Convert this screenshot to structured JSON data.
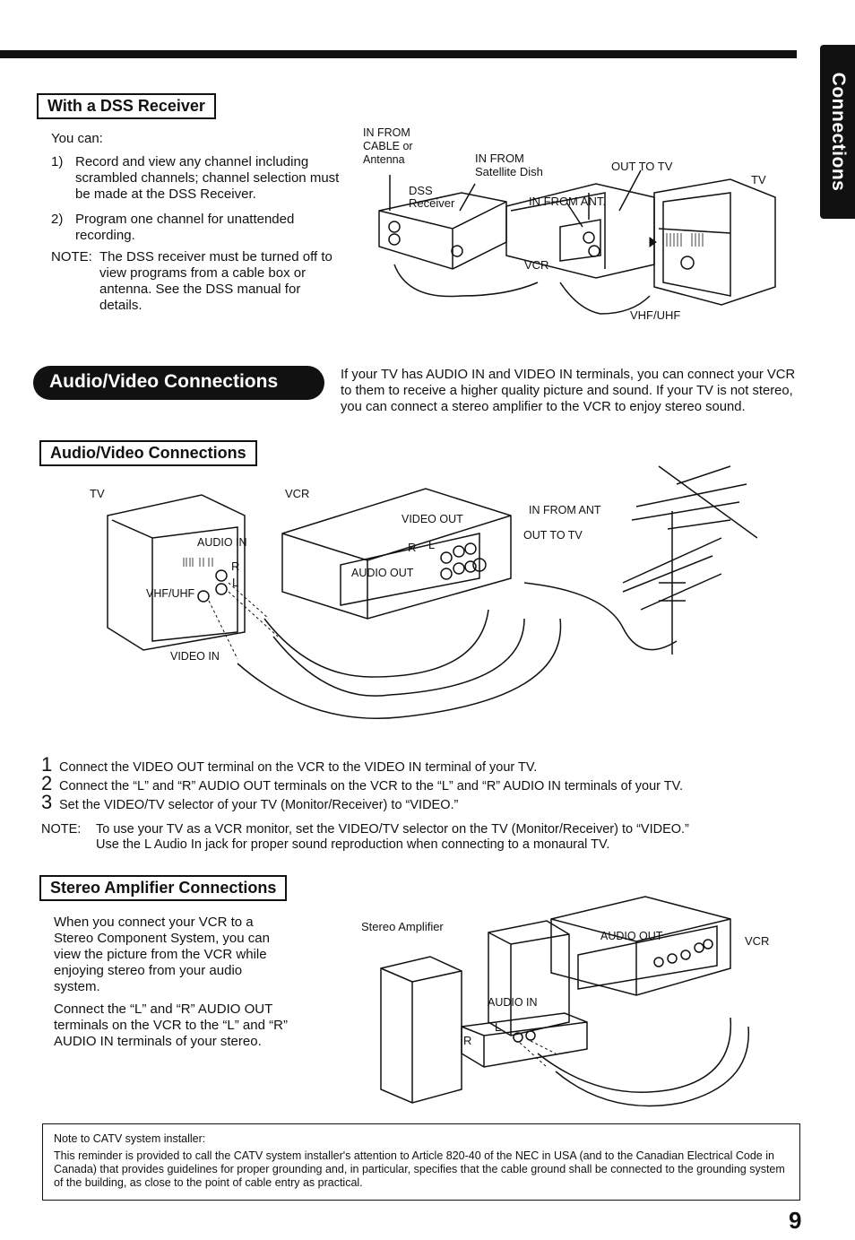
{
  "side_tab": "Connections",
  "dss": {
    "heading": "With a DSS Receiver",
    "intro": "You can:",
    "item1_num": "1)",
    "item1": "Record and view any channel including scrambled channels; channel selection must be made at the DSS Receiver.",
    "item2_num": "2)",
    "item2": "Program one channel for unattended recording.",
    "note_label": "NOTE:",
    "note": "The DSS receiver must be turned off to view programs from a cable box or antenna. See the DSS manual for details.",
    "diagram": {
      "in_from_cable": "IN FROM",
      "cable_or": "CABLE or",
      "antenna": "Antenna",
      "in_from_sat": "IN FROM",
      "satellite_dish": "Satellite Dish",
      "out_to_tv": "OUT TO TV",
      "tv": "TV",
      "dss": "DSS",
      "receiver": "Receiver",
      "in_from_ant": "IN FROM ANT.",
      "vcr": "VCR",
      "vhf_uhf": "VHF/UHF"
    }
  },
  "av": {
    "banner": "Audio/Video Connections",
    "intro": "If your TV has AUDIO IN and VIDEO IN terminals, you can connect your VCR to them to receive a higher quality picture and sound. If your TV is not stereo, you can connect a stereo amplifier to the VCR to enjoy stereo sound.",
    "heading": "Audio/Video Connections",
    "diagram": {
      "tv": "TV",
      "vcr": "VCR",
      "video_out": "VIDEO OUT",
      "in_from_ant": "IN FROM ANT",
      "out_to_tv": "OUT TO TV",
      "audio_in": "AUDIO IN",
      "r": "R",
      "l": "L",
      "vhf_uhf": "VHF/UHF",
      "audio_out": "AUDIO OUT",
      "video_in": "VIDEO IN"
    },
    "steps": [
      {
        "num": "1",
        "text": "Connect the VIDEO OUT terminal on the VCR to the VIDEO IN terminal of your TV."
      },
      {
        "num": "2",
        "text": "Connect the “L” and “R” AUDIO OUT terminals on the VCR to the “L” and “R” AUDIO IN terminals of your TV."
      },
      {
        "num": "3",
        "text": "Set the VIDEO/TV selector of your TV (Monitor/Receiver) to “VIDEO.”"
      }
    ],
    "note_label": "NOTE:",
    "note_line1": "To use your TV as a VCR monitor, set the VIDEO/TV selector on the TV (Monitor/Receiver) to “VIDEO.”",
    "note_line2": "Use the L Audio In jack for proper sound reproduction when connecting to a monaural TV."
  },
  "stereo": {
    "heading": "Stereo Amplifier Connections",
    "para1": "When you connect your VCR to a Stereo Component System, you can view the picture from the VCR while enjoying stereo from your audio system.",
    "para2": "Connect the “L” and “R” AUDIO OUT terminals on the VCR to the “L” and “R” AUDIO IN terminals of your stereo.",
    "diagram": {
      "stereo_amplifier": "Stereo Amplifier",
      "audio_out": "AUDIO OUT",
      "vcr": "VCR",
      "audio_in": "AUDIO IN",
      "r": "R",
      "l": "L"
    }
  },
  "catv": {
    "title": "Note to CATV system installer:",
    "body": "This reminder is provided to call the CATV system installer's attention to Article 820-40 of the NEC in USA (and to the Canadian Electrical Code in Canada) that provides guidelines for proper grounding and, in particular, specifies that the cable ground shall be connected to the grounding system of the building, as close to the point of cable entry as practical."
  },
  "page_number": "9"
}
